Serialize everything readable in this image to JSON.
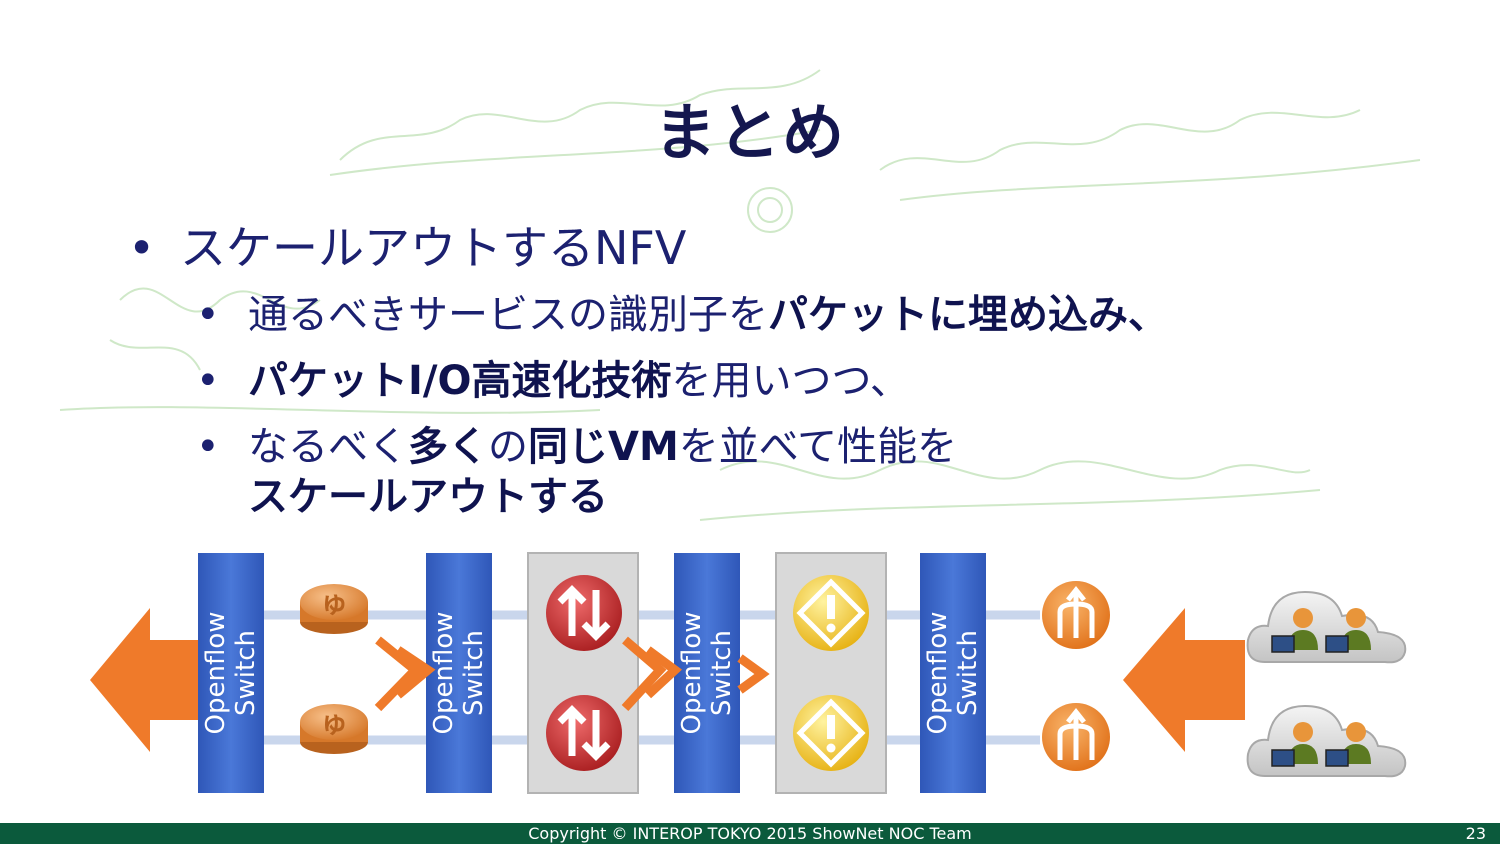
{
  "title": "まとめ",
  "bullets": {
    "main": "スケールアウトするNFV",
    "sub1": {
      "normal": "通るべきサービスの識別子を",
      "bold": "パケットに埋め込み、"
    },
    "sub2": {
      "bold": "パケットI/O高速化技術",
      "normal": "を用いつつ、"
    },
    "sub3": {
      "p1": "なるべく",
      "b1": "多く",
      "p2": "の",
      "b2": "同じVM",
      "p3": "を並べて性能を",
      "line2": "スケールアウトする"
    }
  },
  "diagram": {
    "switch_label_line1": "Openflow",
    "switch_label_line2": "Switch",
    "colors": {
      "switch": "#3b66c4",
      "arrow": "#ef7a2a",
      "router": "#e08a3a",
      "red_vm": "#c0282a",
      "yellow_vm": "#f2c21b",
      "group_bg": "#d8d8d8"
    },
    "icons": [
      "router-icon",
      "nat-icon",
      "warning-icon",
      "load-balancer-icon",
      "cloud-users-icon"
    ]
  },
  "footer": {
    "copyright": "Copyright © INTEROP TOKYO 2015 ShowNet NOC Team",
    "page": "23"
  }
}
